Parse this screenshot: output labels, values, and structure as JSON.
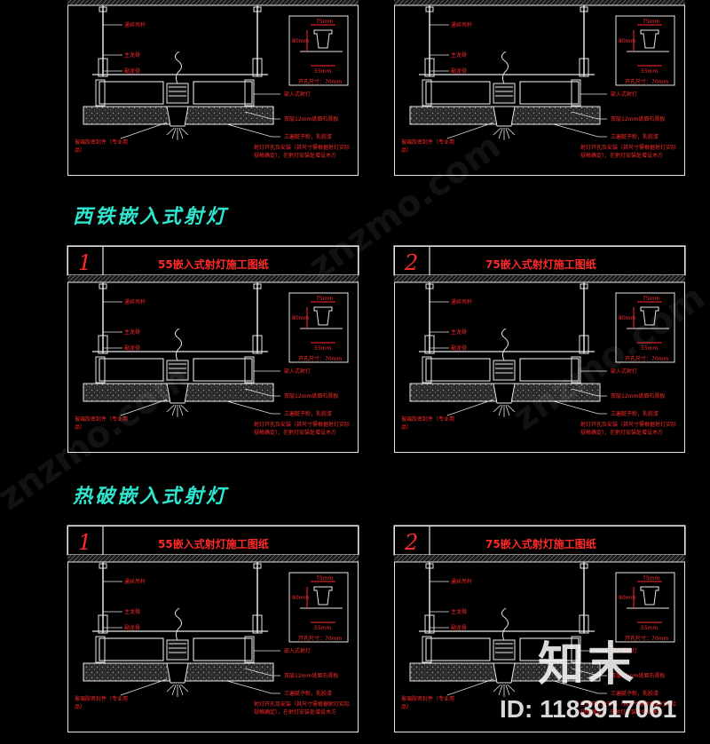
{
  "sections": [
    {
      "title": ""
    },
    {
      "title": "西铁嵌入式射灯"
    },
    {
      "title": "热破嵌入式射灯"
    }
  ],
  "panels": [
    {
      "num": "",
      "title": ""
    },
    {
      "num": "",
      "title": ""
    },
    {
      "num": "1",
      "title": "55嵌入式射灯施工图纸"
    },
    {
      "num": "2",
      "title": "75嵌入式射灯施工图纸"
    },
    {
      "num": "1",
      "title": "55嵌入式射灯施工图纸"
    },
    {
      "num": "2",
      "title": "75嵌入式射灯施工图纸"
    }
  ],
  "labels": {
    "hanger": "通丝吊杆",
    "main_keel": "主龙骨",
    "sub_keel": "副龙骨",
    "fixture": "嵌入式射灯",
    "board": "双层12mm纸面石膏板",
    "sealant": "玻璃胶密封件（专业用品）",
    "paint": "三遍腻子粉，乳胶漆",
    "note": "射灯开孔及安装（其尺寸需根据射灯实际规格确定），在射灯安装处增设木方",
    "inset_dims": [
      "75mm",
      "80mm",
      "55mm"
    ],
    "cutout": "开孔尺寸：70mm"
  },
  "watermark": {
    "logo": "知末",
    "id_text": "ID: 1183917061",
    "diag": "znzmo.com"
  }
}
